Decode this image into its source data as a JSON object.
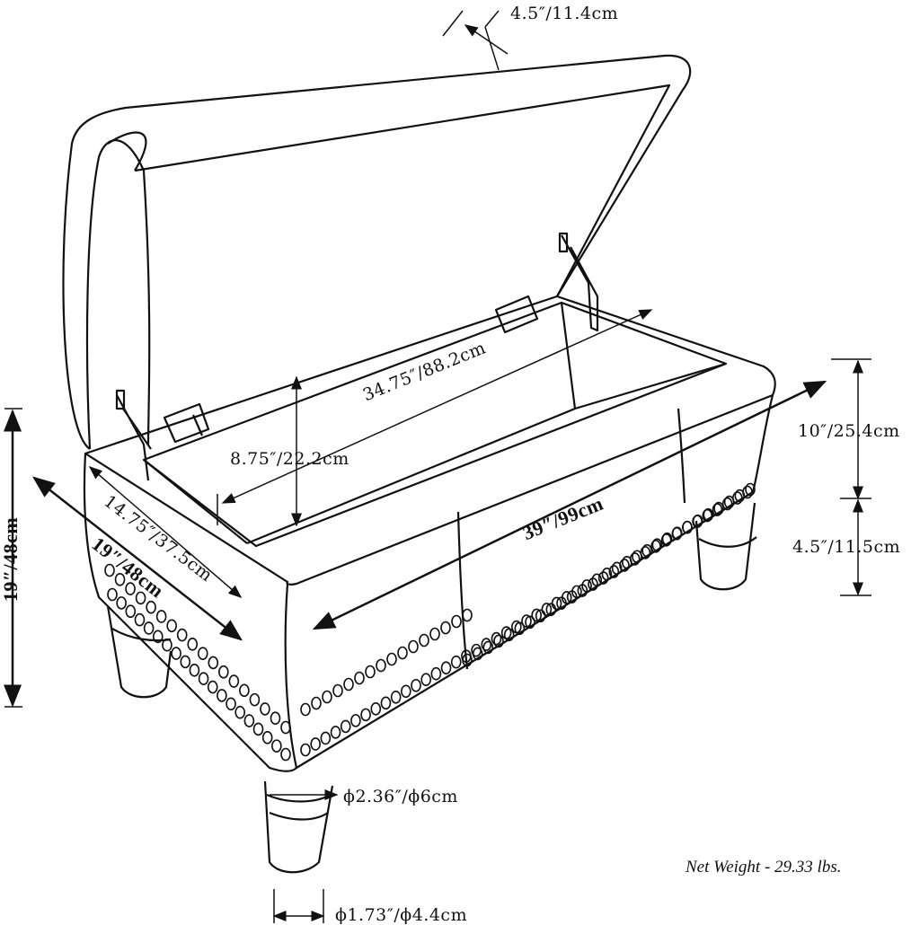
{
  "dimensions": {
    "lid_thickness": "4.5″/11.4cm",
    "inner_length": "34.75″/88.2cm",
    "inner_depth": "8.75″/22.2cm",
    "inner_width": "14.75″/37.5cm",
    "overall_depth": "19″/48cm",
    "overall_height": "19″/48cm",
    "overall_length": "39″/99cm",
    "box_height": "10″/25.4cm",
    "leg_height": "4.5″/11.5cm",
    "leg_top_diameter": "ϕ2.36″/ϕ6cm",
    "leg_bottom_diameter": "ϕ1.73″/ϕ4.4cm"
  },
  "net_weight": "Net Weight - 29.33 lbs.",
  "colors": {
    "line": "#111111",
    "background": "#ffffff"
  }
}
